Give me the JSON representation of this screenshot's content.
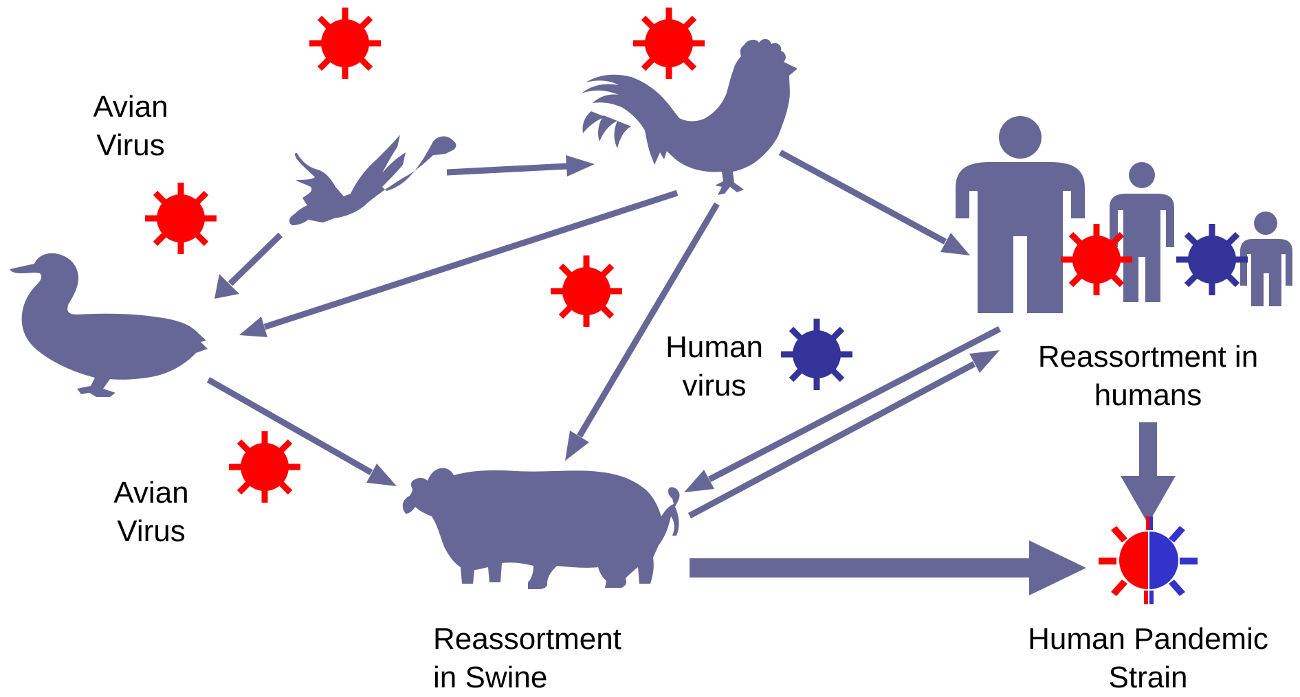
{
  "colors": {
    "animal": "#676797",
    "avian_virus": "#ff0000",
    "human_virus": "#333399",
    "pandemic_red": "#ff0000",
    "pandemic_blue": "#3333cc",
    "arrow": "#676797"
  },
  "icons": {
    "wild_duck": "flying-duck-icon",
    "domestic_duck": "duck-icon",
    "chicken": "rooster-icon",
    "pig": "pig-icon",
    "humans": "people-icon",
    "virus": "virus-icon"
  },
  "labels": {
    "avian_virus_top": [
      "Avian",
      "Virus"
    ],
    "avian_virus_bottom": [
      "Avian",
      "Virus"
    ],
    "human_virus": [
      "Human",
      "virus"
    ],
    "reassortment_humans": [
      "Reassortment in",
      "humans"
    ],
    "reassortment_swine": [
      "Reassortment",
      "in Swine"
    ],
    "pandemic_strain": [
      "Human Pandemic",
      "Strain"
    ]
  }
}
